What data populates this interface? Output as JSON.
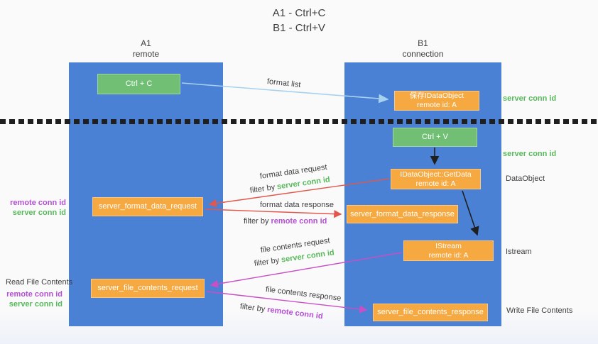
{
  "colors": {
    "lane": "#4a81d5",
    "green-box": "#71bf74",
    "orange-box": "#f6a941",
    "green-text": "#57b95b",
    "purple-text": "#b44fd4",
    "dark-text": "#3e3e3e",
    "arrow-blue": "#a6d2ef",
    "arrow-red": "#e2574c",
    "arrow-magenta": "#c94fc4",
    "arrow-black": "#1f1f1f"
  },
  "title": {
    "line1": "A1 - Ctrl+C",
    "line2": "B1 - Ctrl+V"
  },
  "lanes": {
    "left": {
      "name": "A1",
      "role": "remote"
    },
    "right": {
      "name": "B1",
      "role": "connection"
    }
  },
  "nodes": {
    "ctrl_c": {
      "label": "Ctrl + C"
    },
    "ctrl_v": {
      "label": "Ctrl + V"
    },
    "save_dataobject": {
      "line1": "保存IDataObject",
      "line2": "remote id: A"
    },
    "getdata": {
      "line1": "IDataObject::GetData",
      "line2": "remote id: A"
    },
    "istream": {
      "line1": "IStream",
      "line2": "remote id: A"
    },
    "format_request": {
      "label": "server_format_data_request"
    },
    "format_response": {
      "label": "server_format_data_response"
    },
    "file_request": {
      "label": "server_file_contents_request"
    },
    "file_response": {
      "label": "server_file_contents_response"
    }
  },
  "messages": {
    "format_list": "format list",
    "format_data_request": "format data request",
    "format_data_request_filter": {
      "prefix": "filter by ",
      "key": "server conn id"
    },
    "format_data_response": "format data response",
    "format_data_response_filter": {
      "prefix": "filter by ",
      "key": "remote conn id"
    },
    "file_contents_request": "file contents request",
    "file_contents_request_filter": {
      "prefix": "filter by ",
      "key": "server conn id"
    },
    "file_contents_response": "file contents response",
    "file_contents_response_filter": {
      "prefix": "filter by ",
      "key": "remote conn id"
    }
  },
  "annotations": {
    "server_conn_id_top": "server conn id",
    "server_conn_id_mid": "server conn id",
    "dataobject": "DataObject",
    "istream": "Istream",
    "write_file_contents": "Write File Contents",
    "read_file_contents": "Read File Contents",
    "left_pair1_remote": "remote conn id",
    "left_pair1_server": "server conn id",
    "left_pair2_remote": "remote conn id",
    "left_pair2_server": "server conn id"
  }
}
